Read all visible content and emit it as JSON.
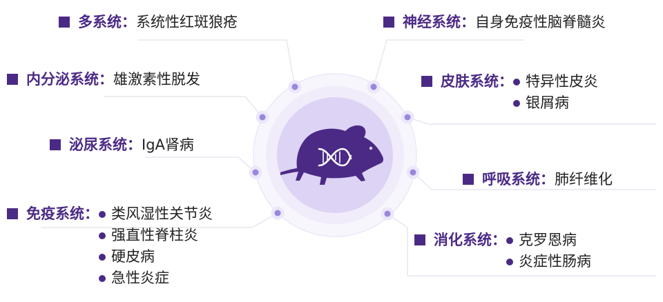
{
  "colors": {
    "accent": "#4b2a85",
    "node": "#9b87dc",
    "connector": "#e9e6ef",
    "center_fill": "#ddd3f4",
    "mouse": "#4b2a85",
    "dna": "#ffffff"
  },
  "center": {
    "icon": "mouse-with-dna-icon"
  },
  "systems": {
    "duoxitong": {
      "label": "多系统：",
      "items": [
        "系统性红斑狼疮"
      ]
    },
    "neifenmi": {
      "label": "内分泌系统：",
      "items": [
        "雄激素性脱发"
      ]
    },
    "miniao": {
      "label": "泌尿系统：",
      "items": [
        "IgA肾病"
      ]
    },
    "mianyi": {
      "label": "免疫系统：",
      "items": [
        "类风湿性关节炎",
        "强直性脊柱炎",
        "硬皮病",
        "急性炎症"
      ]
    },
    "shenjing": {
      "label": "神经系统：",
      "items": [
        "自身免疫性脑脊髓炎"
      ]
    },
    "pifu": {
      "label": "皮肤系统：",
      "items": [
        "特异性皮炎",
        "银屑病"
      ]
    },
    "huxi": {
      "label": "呼吸系统：",
      "items": [
        "肺纤维化"
      ]
    },
    "xiaohua": {
      "label": "消化系统：",
      "items": [
        "克罗恩病",
        "炎症性肠病"
      ]
    }
  }
}
